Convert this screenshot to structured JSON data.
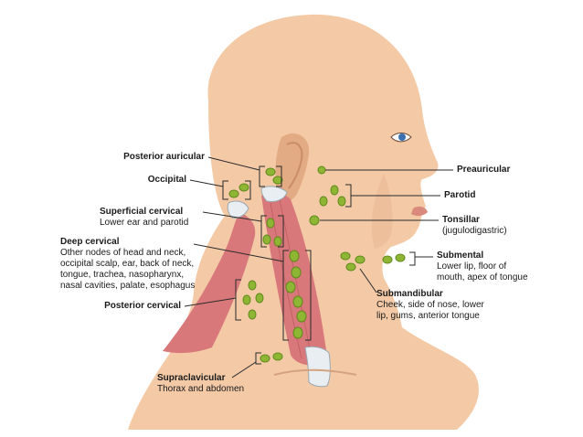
{
  "colors": {
    "skin": "#f3c9a6",
    "skin_shadow": "#e3ab83",
    "muscle": "#d9787a",
    "muscle_dark": "#b9585c",
    "node": "#8fb534",
    "node_dark": "#5f8a1a",
    "line": "#2a2a2a"
  },
  "labels": {
    "posterior_auricular": {
      "title": "Posterior auricular"
    },
    "occipital": {
      "title": "Occipital"
    },
    "superficial_cervical": {
      "title": "Superficial cervical",
      "desc": "Lower ear and parotid"
    },
    "deep_cervical": {
      "title": "Deep cervical",
      "desc": [
        "Other nodes of head and neck,",
        "occipital scalp, ear, back of neck,",
        "tongue, trachea, nasopharynx,",
        "nasal cavities, palate, esophagus"
      ]
    },
    "posterior_cervical": {
      "title": "Posterior cervical"
    },
    "supraclavicular": {
      "title": "Supraclavicular",
      "desc": "Thorax and abdomen"
    },
    "preauricular": {
      "title": "Preauricular"
    },
    "parotid": {
      "title": "Parotid"
    },
    "tonsillar": {
      "title": "Tonsillar",
      "desc": "(jugulodigastric)"
    },
    "submental": {
      "title": "Submental",
      "desc": [
        "Lower lip, floor of",
        "mouth, apex of tongue"
      ]
    },
    "submandibular": {
      "title": "Submandibular",
      "desc": [
        "Cheek, side of nose, lower",
        "lip, gums, anterior tongue"
      ]
    }
  }
}
